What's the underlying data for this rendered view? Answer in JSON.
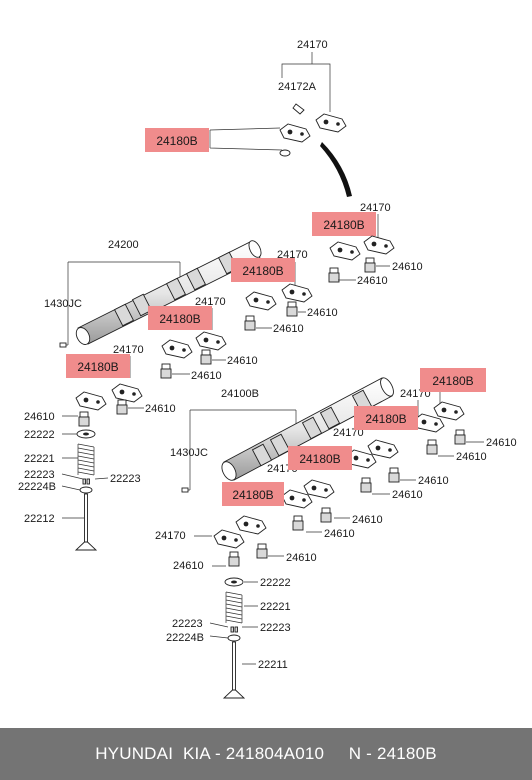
{
  "labels": {
    "p24170_a": "24170",
    "p24172A": "24172A",
    "p24180B_a": "24180B",
    "p24170_b": "24170",
    "p24180B_b": "24180B",
    "p24610_b1": "24610",
    "p24610_b2": "24610",
    "p24200": "24200",
    "p24170_c": "24170",
    "p24180B_c": "24180B",
    "p24610_c1": "24610",
    "p24610_c2": "24610",
    "p1430JC_a": "1430JC",
    "p24170_d": "24170",
    "p24180B_d": "24180B",
    "p24610_d1": "24610",
    "p24610_d2": "24610",
    "p24170_e": "24170",
    "p24180B_e": "24180B",
    "p24610_e1": "24610",
    "p24610_e2": "24610",
    "p22222_a": "22222",
    "p22221_a": "22221",
    "p22223_a1": "22223",
    "p22223_a2": "22223",
    "p22224B_a": "22224B",
    "p22212": "22212",
    "p24100B": "24100B",
    "p1430JC_b": "1430JC",
    "p24170_f": "24170",
    "p24180B_f": "24180B",
    "p24610_f1": "24610",
    "p24610_f2": "24610",
    "p24170_g": "24170",
    "p24180B_g": "24180B",
    "p24610_g1": "24610",
    "p24610_g2": "24610",
    "p24170_h": "24170",
    "p24180B_h": "24180B",
    "p24610_h1": "24610",
    "p24610_h2": "24610",
    "p24170_i": "24170",
    "p24180B_i": "24180B",
    "p24610_i1": "24610",
    "p24610_i2": "24610",
    "p22222_b": "22222",
    "p22221_b": "22221",
    "p22223_b1": "22223",
    "p22223_b2": "22223",
    "p22224B_b": "22224B",
    "p22211": "22211"
  },
  "colors": {
    "highlight": "#f08c8c",
    "footer_bg": "#747474",
    "footer_text": "#ffffff"
  },
  "footer": {
    "text": "HYUNDAI  KIA - 241804A010     N - 24180B"
  }
}
